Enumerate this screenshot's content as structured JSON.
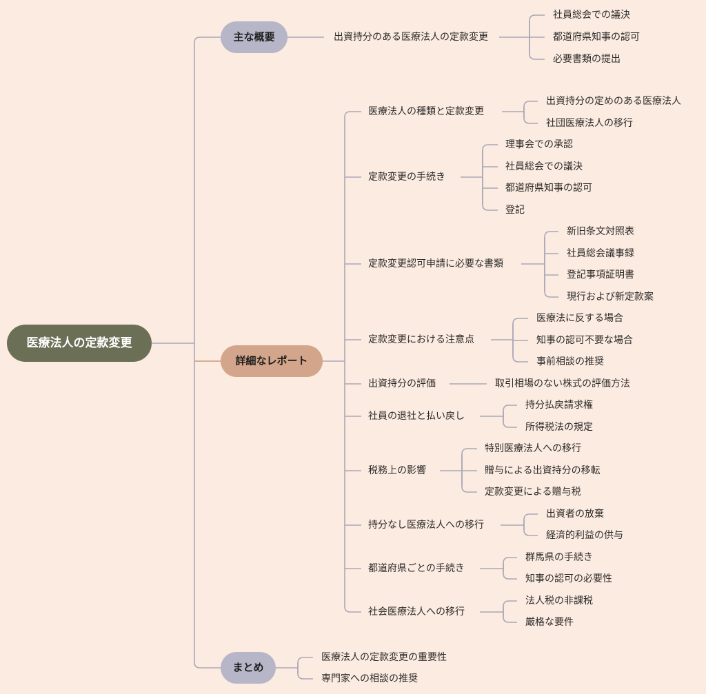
{
  "colors": {
    "background": "#fcebe0",
    "root_fill": "#6a6f56",
    "section_fill": "#b7b5c8",
    "highlight_fill": "#d3a58a",
    "line": "#a9a7b7"
  },
  "root": {
    "label": "医療法人の定款変更"
  },
  "sections": {
    "overview": {
      "label": "主な概要",
      "topic": "出資持分のある医療法人の定款変更",
      "points": [
        "社員総会での議決",
        "都道府県知事の認可",
        "必要書類の提出"
      ]
    },
    "details": {
      "label": "詳細なレポート",
      "topics": [
        {
          "label": "医療法人の種類と定款変更",
          "points": [
            "出資持分の定めのある医療法人",
            "社団医療法人の移行"
          ]
        },
        {
          "label": "定款変更の手続き",
          "points": [
            "理事会での承認",
            "社員総会での議決",
            "都道府県知事の認可",
            "登記"
          ]
        },
        {
          "label": "定款変更認可申請に必要な書類",
          "points": [
            "新旧条文対照表",
            "社員総会議事録",
            "登記事項証明書",
            "現行および新定款案"
          ]
        },
        {
          "label": "定款変更における注意点",
          "points": [
            "医療法に反する場合",
            "知事の認可不要な場合",
            "事前相談の推奨"
          ]
        },
        {
          "label": "出資持分の評価",
          "points": [
            "取引相場のない株式の評価方法"
          ]
        },
        {
          "label": "社員の退社と払い戻し",
          "points": [
            "持分払戻請求権",
            "所得税法の規定"
          ]
        },
        {
          "label": "税務上の影響",
          "points": [
            "特別医療法人への移行",
            "贈与による出資持分の移転",
            "定款変更による贈与税"
          ]
        },
        {
          "label": "持分なし医療法人への移行",
          "points": [
            "出資者の放棄",
            "経済的利益の供与"
          ]
        },
        {
          "label": "都道府県ごとの手続き",
          "points": [
            "群馬県の手続き",
            "知事の認可の必要性"
          ]
        },
        {
          "label": "社会医療法人への移行",
          "points": [
            "法人税の非課税",
            "厳格な要件"
          ]
        }
      ]
    },
    "summary": {
      "label": "まとめ",
      "points": [
        "医療法人の定款変更の重要性",
        "専門家への相談の推奨"
      ]
    }
  }
}
